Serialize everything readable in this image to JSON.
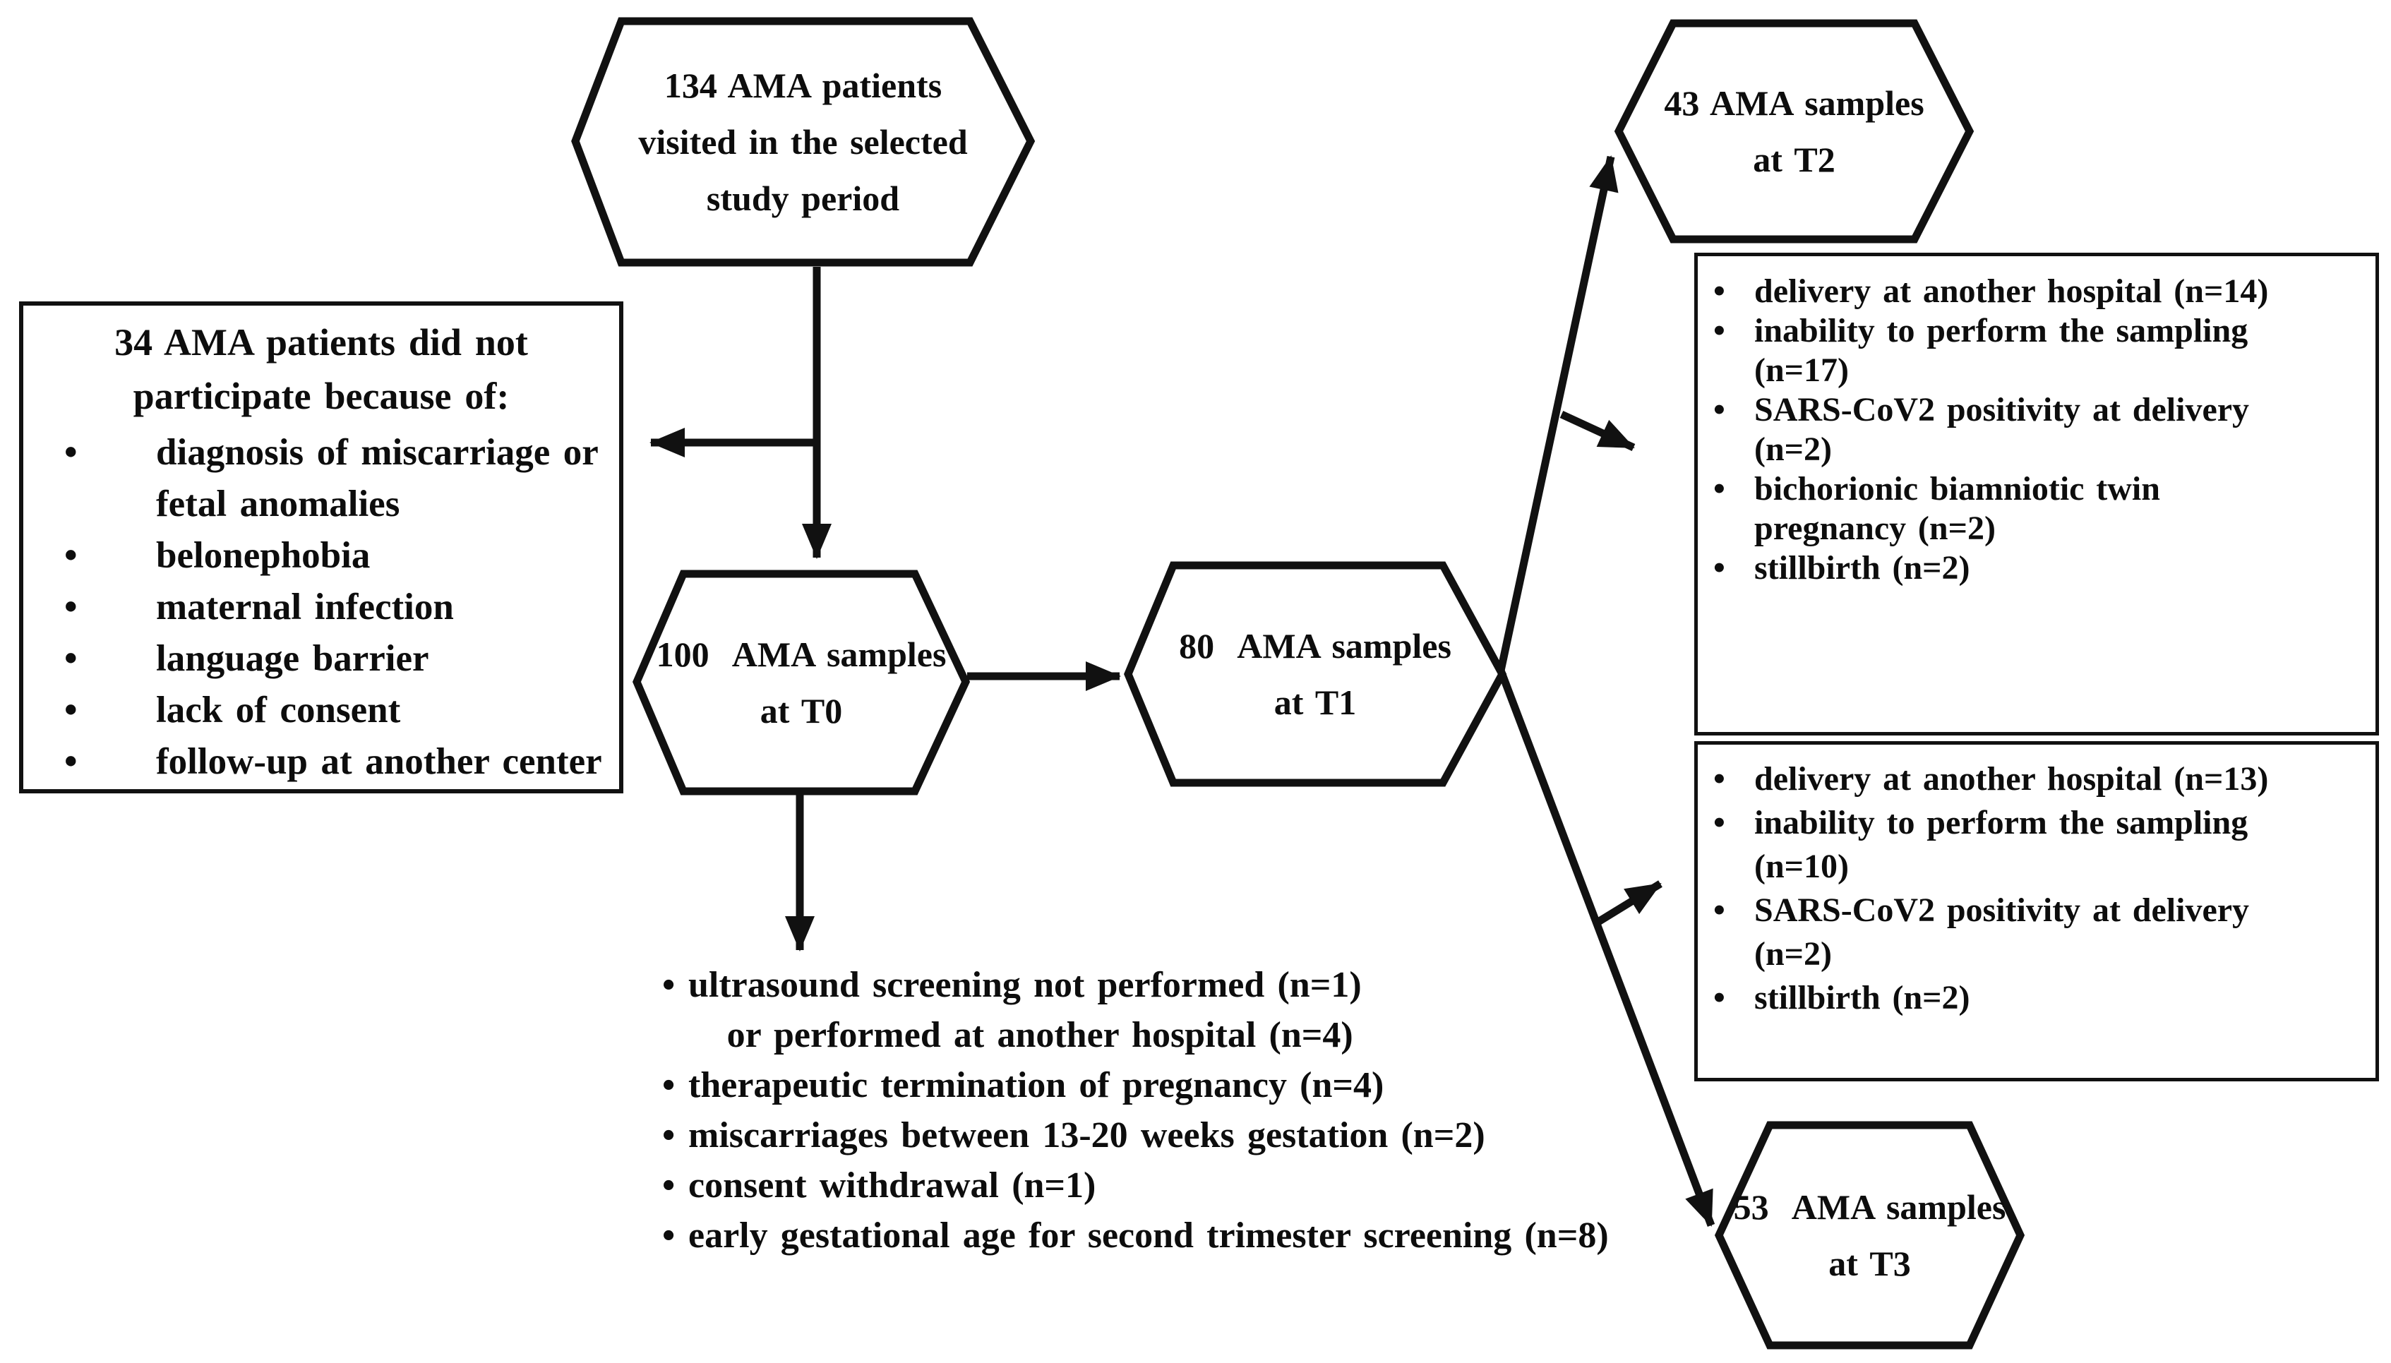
{
  "glyphs": {
    "bullet": "•"
  },
  "nodes": {
    "start": {
      "label": "134 AMA patients\nvisited in the selected\nstudy period"
    },
    "t0": {
      "label": "100  AMA samples\nat T0"
    },
    "t1": {
      "label": "80  AMA samples\nat T1"
    },
    "t2": {
      "label": "43 AMA samples\nat T2"
    },
    "t3": {
      "label": "53  AMA samples\nat T3"
    }
  },
  "left_box": {
    "heading": "34 AMA patients did not\nparticipate because of:",
    "items": [
      "diagnosis of miscarriage or\nfetal anomalies",
      "belonephobia",
      "maternal infection",
      "language barrier",
      "lack of consent",
      "follow-up at another center"
    ]
  },
  "t0_exclusions": {
    "items": [
      "ultrasound screening not performed (n=1)\n   or performed at another hospital (n=4)",
      "therapeutic termination of pregnancy (n=4)",
      "miscarriages between 13-20 weeks gestation (n=2)",
      "consent withdrawal (n=1)",
      "early gestational age for second trimester screening (n=8)"
    ]
  },
  "t2_exclusions": {
    "items": [
      "delivery at another hospital (n=14)",
      "inability to perform the sampling\n(n=17)",
      "SARS-CoV2 positivity at delivery\n(n=2)",
      "bichorionic biamniotic twin\npregnancy (n=2)",
      "stillbirth (n=2)"
    ]
  },
  "t3_exclusions": {
    "items": [
      "delivery at another hospital (n=13)",
      "inability to perform the sampling\n(n=10)",
      "SARS-CoV2 positivity at delivery\n(n=2)",
      "stillbirth (n=2)"
    ]
  }
}
